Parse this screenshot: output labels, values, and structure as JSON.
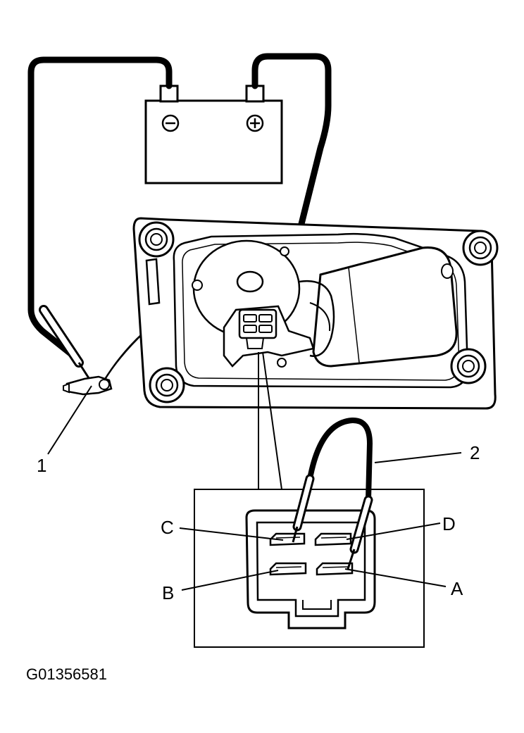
{
  "diagram": {
    "figure_code": "G01356581",
    "callouts": {
      "ground": "1",
      "jumper": "2"
    },
    "terminals": {
      "a": "A",
      "b": "B",
      "c": "C",
      "d": "D"
    },
    "battery": {
      "negative_symbol": "⊖",
      "positive_symbol": "⊕"
    },
    "colors": {
      "ink": "#000000",
      "paper": "#ffffff"
    }
  }
}
